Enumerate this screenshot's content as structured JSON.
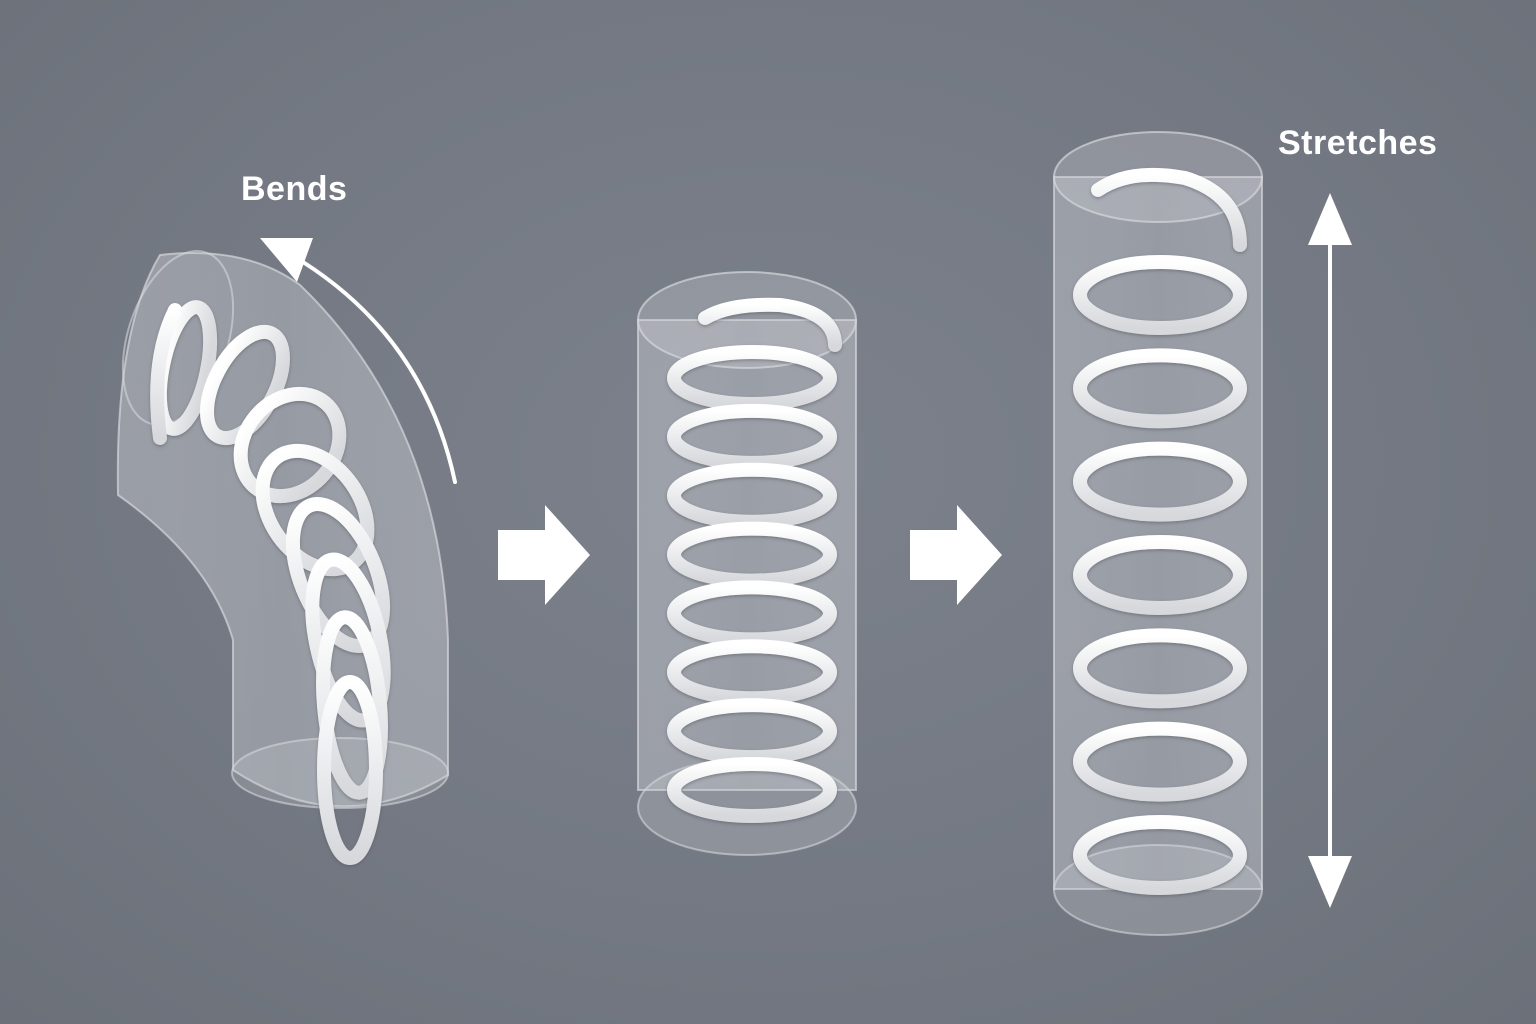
{
  "labels": {
    "bends": "Bends",
    "stretches": "Stretches"
  },
  "colors": {
    "background": "#767b85",
    "coil": "#f2f2f2",
    "tube_fill": "#c8cbd1",
    "tube_stroke": "#d8dadf",
    "arrow": "#ffffff"
  },
  "springs": [
    {
      "state": "bent",
      "coils": 8
    },
    {
      "state": "straight",
      "coils": 8
    },
    {
      "state": "stretched",
      "coils": 7
    }
  ],
  "icons": [
    "curved-arrow-icon",
    "right-arrow-icon",
    "right-arrow-icon",
    "double-headed-arrow-icon"
  ]
}
